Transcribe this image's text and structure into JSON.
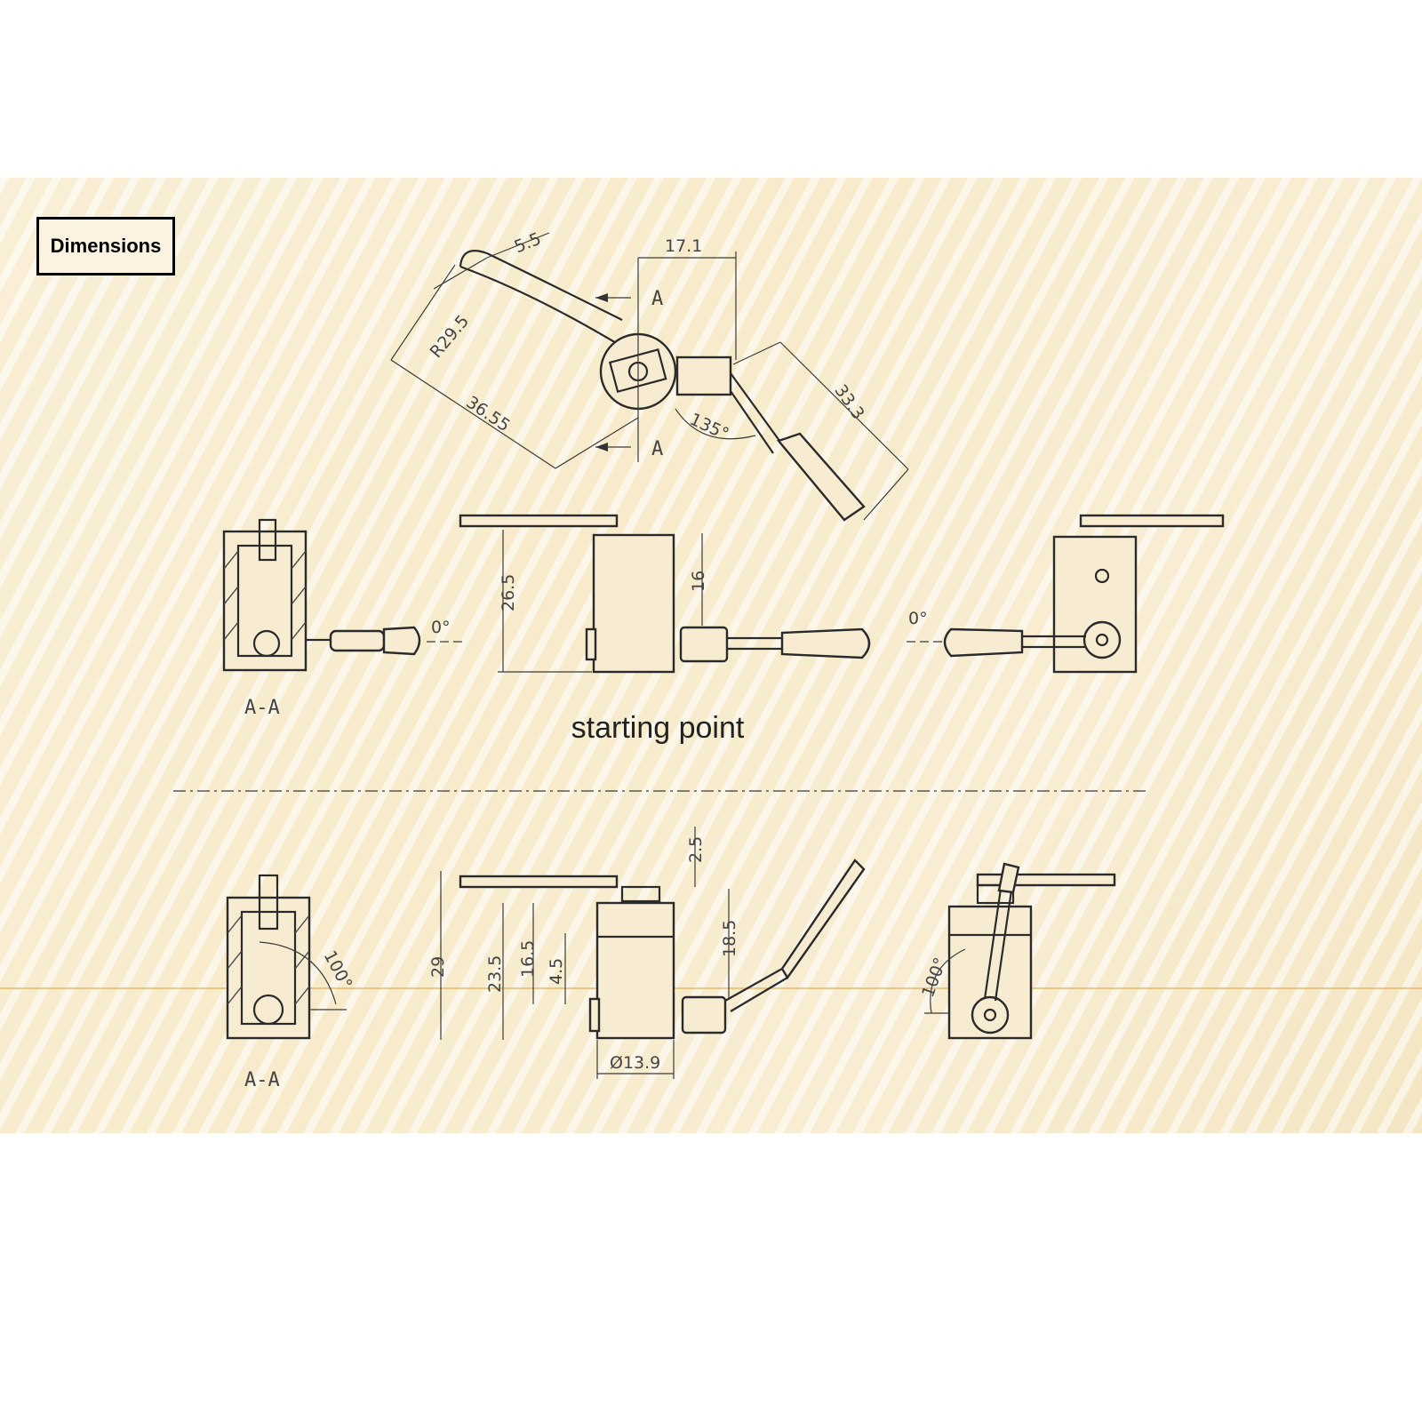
{
  "title": "Dimensions",
  "caption": "starting point",
  "section_marks": {
    "upper": "A",
    "lower": "A"
  },
  "section_labels": {
    "top_view": "A-A",
    "bottom_view": "A-A"
  },
  "top_view_dims": {
    "width": "5.5",
    "radius": "R29.5",
    "length_left": "36.55",
    "offset_top": "17.1",
    "length_right": "33.3",
    "angle": "135°"
  },
  "start_view_dims": {
    "height": "26.5",
    "height_inner": "16",
    "angle_left": "0°",
    "angle_right": "0°"
  },
  "end_view_dims": {
    "gap_top": "2.5",
    "height_total": "29",
    "height_a": "23.5",
    "height_b": "16.5",
    "height_c": "4.5",
    "height_right": "18.5",
    "diameter": "Ø13.9",
    "angle_section": "100°",
    "angle_side": "100°"
  },
  "colors": {
    "background": "#f8edd2",
    "stripe": "#ffffff",
    "accent_line": "#e7b86a",
    "ink": "#2a2a2a"
  }
}
